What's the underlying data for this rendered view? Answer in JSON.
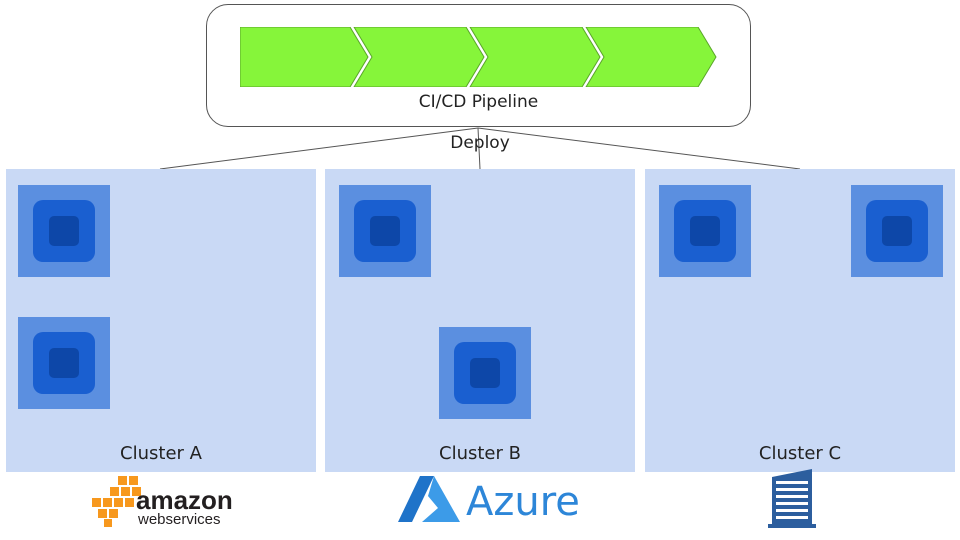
{
  "pipeline": {
    "label": "CI/CD Pipeline",
    "stage_count": 4,
    "stage_color": "#86f53a"
  },
  "deploy_label": "Deploy",
  "clusters": [
    {
      "label": "Cluster A",
      "provider": "amazon web services"
    },
    {
      "label": "Cluster B",
      "provider": "Azure"
    },
    {
      "label": "Cluster C",
      "provider": "on-premises"
    }
  ],
  "logos": {
    "aws": {
      "word": "amazon",
      "sub": "webservices"
    },
    "azure": {
      "word": "Azure"
    },
    "onprem": {
      "icon": "office-building-icon"
    }
  },
  "colors": {
    "cluster_bg": "#c9d9f5",
    "node_outer": "#5b8fe0",
    "node_mid": "#1a5fd0",
    "node_core": "#0d47a8",
    "aws_orange": "#f7981d",
    "aws_text": "#231f20",
    "azure_blue": "#2d86d8",
    "building_blue": "#2c5e9e"
  }
}
